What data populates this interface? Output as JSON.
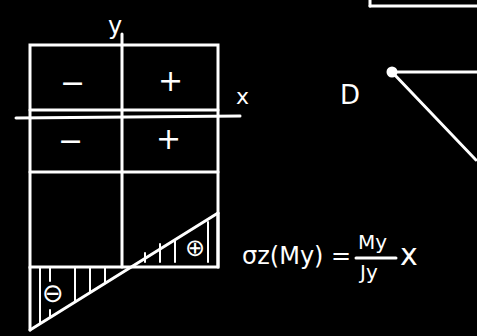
{
  "diagram": {
    "labels": [
      "y",
      "x",
      "−",
      "+",
      "−",
      "+",
      "⊖",
      "⊕",
      "σz(My) =",
      "My",
      "Jy",
      "x",
      "D"
    ]
  }
}
